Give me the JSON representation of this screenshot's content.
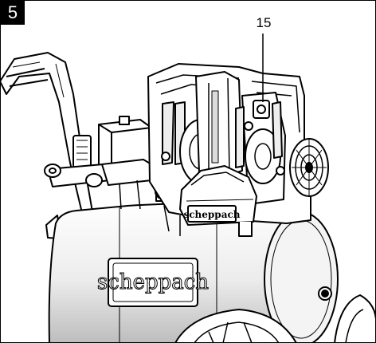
{
  "figure": {
    "step_number": "5",
    "callouts": [
      {
        "label": "15"
      }
    ],
    "brand_logo_small": "scheppach",
    "brand_logo_large": "scheppach"
  },
  "colors": {
    "ink": "#000000",
    "paper": "#ffffff",
    "badge_background": "#000000",
    "badge_text": "#ffffff",
    "shading": "#bdbdbd"
  }
}
